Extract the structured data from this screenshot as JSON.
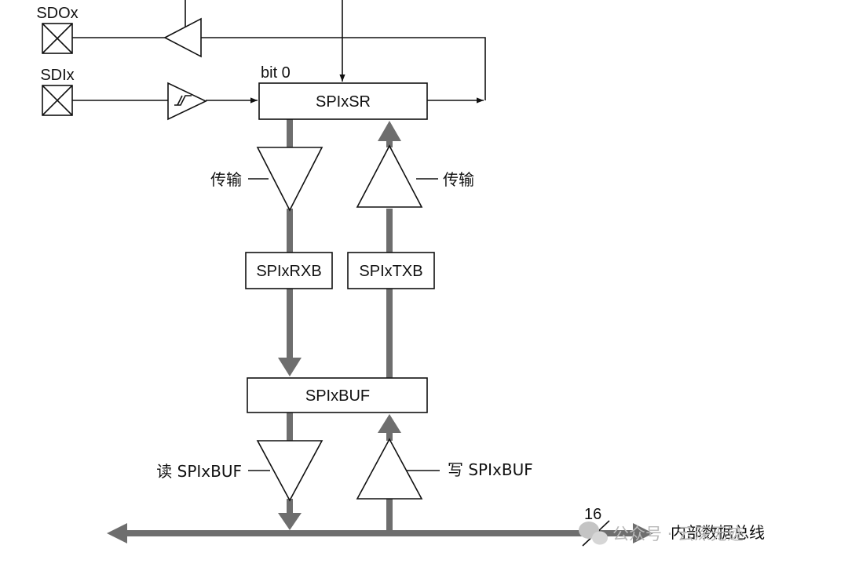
{
  "pins": {
    "sdo": "SDOx",
    "sdi": "SDIx"
  },
  "registers": {
    "shift": "SPIxSR",
    "rx": "SPIxRXB",
    "tx": "SPIxTXB",
    "buf": "SPIxBUF"
  },
  "labels": {
    "bit0": "bit 0",
    "transfer_left": "传输",
    "transfer_right": "传输",
    "read_buf": "读 SPIxBUF",
    "write_buf": "写 SPIxBUF",
    "bus_width": "16",
    "internal_bus": "内部数据总线"
  },
  "watermark": {
    "text": "公众号 · 云深无迹",
    "icon": "wechat-icon"
  },
  "colors": {
    "line": "#111111",
    "thick_path": "#6e6e6e"
  }
}
